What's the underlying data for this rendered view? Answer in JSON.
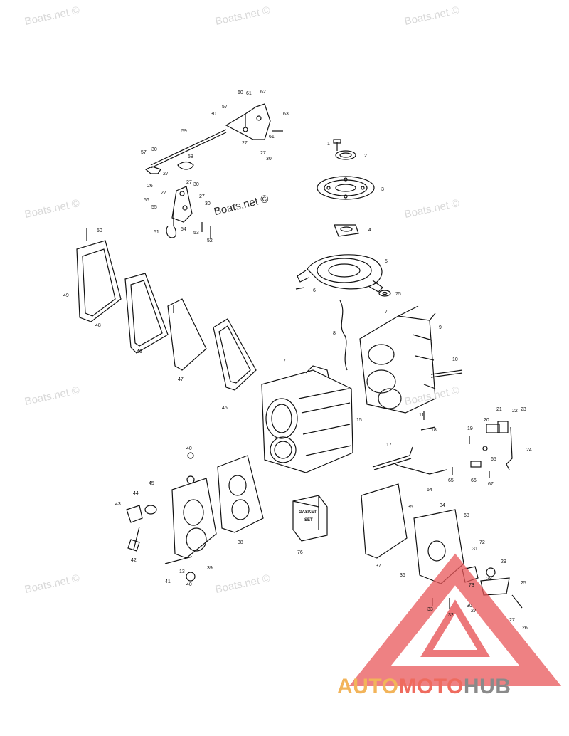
{
  "watermarks": {
    "text": "Boats.net ©",
    "dark_text": "Boats.net ©"
  },
  "brand": {
    "part1": "AUTO",
    "part2": "MOTO",
    "part3": "HUB",
    "colors": {
      "auto": "#f2b45a",
      "moto": "#ef6b5e",
      "hub": "#8a8a8a",
      "triangle": "#e8575a"
    }
  },
  "callouts": {
    "c1": "1",
    "c2": "2",
    "c3": "3",
    "c4": "4",
    "c5": "5",
    "c6": "6",
    "c7a": "7",
    "c7b": "7",
    "c8": "8",
    "c9": "9",
    "c10": "10",
    "c11": "11",
    "c13": "13",
    "c15": "15",
    "c17": "17",
    "c18": "18",
    "c19": "19",
    "c20": "20",
    "c21": "21",
    "c22": "22",
    "c23": "23",
    "c24": "24",
    "c25": "25",
    "c26a": "26",
    "c26b": "26",
    "c27a": "27",
    "c27b": "27",
    "c27c": "27",
    "c27d": "27",
    "c27e": "27",
    "c27f": "27",
    "c27g": "27",
    "c27h": "27",
    "c28": "28",
    "c29": "29",
    "c30a": "30",
    "c30b": "30",
    "c30c": "30",
    "c30d": "30",
    "c30e": "30",
    "c30f": "30",
    "c31": "31",
    "c32": "32",
    "c33": "33",
    "c34": "34",
    "c35": "35",
    "c36": "36",
    "c37": "37",
    "c38": "38",
    "c39": "39",
    "c40a": "40",
    "c40b": "40",
    "c41": "41",
    "c42": "42",
    "c43": "43",
    "c44": "44",
    "c45": "45",
    "c46a": "46",
    "c46b": "46",
    "c47": "47",
    "c48": "48",
    "c49": "49",
    "c50": "50",
    "c51": "51",
    "c52": "52",
    "c53": "53",
    "c54": "54",
    "c55": "55",
    "c56": "56",
    "c57a": "57",
    "c57b": "57",
    "c58": "58",
    "c59": "59",
    "c60": "60",
    "c61a": "61",
    "c61b": "61",
    "c62": "62",
    "c63": "63",
    "c64": "64",
    "c65a": "65",
    "c65b": "65",
    "c66": "66",
    "c67": "67",
    "c68": "68",
    "c72": "72",
    "c73": "73",
    "c75": "75",
    "c76": "76"
  },
  "gasket_set_box": {
    "line1": "GASKET",
    "line2": "SET"
  }
}
